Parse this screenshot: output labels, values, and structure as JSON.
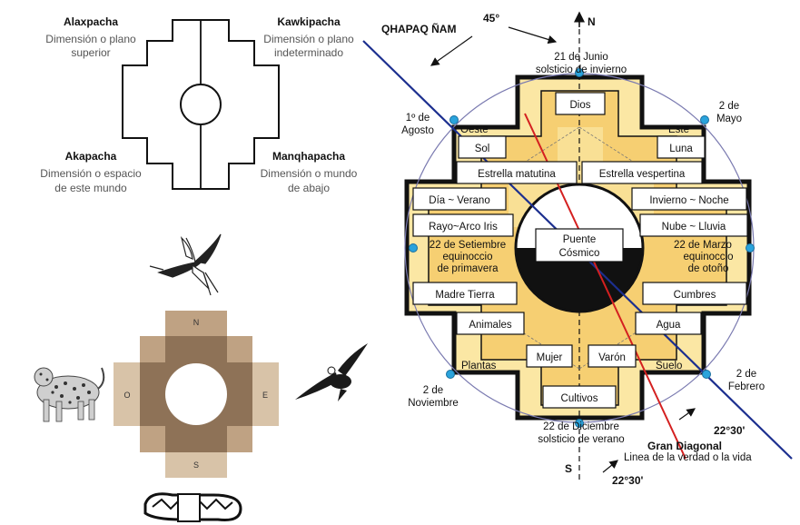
{
  "left_chakana": {
    "alaxpacha": {
      "title": "Alaxpacha",
      "line1": "Dimensión o plano",
      "line2": "superior"
    },
    "kawkipacha": {
      "title": "Kawkipacha",
      "line1": "Dimensión o plano",
      "line2": "indeterminado"
    },
    "akapacha": {
      "title": "Akapacha",
      "line1": "Dimensión o espacio",
      "line2": "de este mundo"
    },
    "manqhapacha": {
      "title": "Manqhapacha",
      "line1": "Dimensión o mundo",
      "line2": "de abajo"
    }
  },
  "animal_cross": {
    "north": "N",
    "south": "S",
    "east": "E",
    "west": "O"
  },
  "colors": {
    "blue_line": "#1c2f8f",
    "red_line": "#d42020",
    "cross_fill": "#fbe7a4",
    "cross_inner": "#f6cf72",
    "point_marker": "#2aa3dc",
    "animal_light": "#d8c3a8",
    "animal_mid": "#bfa283",
    "animal_dark": "#8e7257"
  },
  "diagram": {
    "qhapaq_nam": "QHAPAQ ÑAM",
    "angle_top": "45°",
    "north": "N",
    "south": "S",
    "top_date": {
      "line1": "21 de Junio",
      "line2": "solsticio de invierno"
    },
    "nw_date": {
      "line1": "1º de",
      "line2": "Agosto"
    },
    "ne_date": {
      "line1": "2 de",
      "line2": "Mayo"
    },
    "sw_date": {
      "line1": "2 de",
      "line2": "Noviembre"
    },
    "se_date": {
      "line1": "2 de",
      "line2": "Febrero"
    },
    "west_date": {
      "line1": "22 de Setiembre",
      "line2": "equinoccio",
      "line3": "de primavera"
    },
    "east_date": {
      "line1": "22 de Marzo",
      "line2": "equinoccio",
      "line3": "de otoño"
    },
    "bottom_date": {
      "line1": "22 de Diciembre",
      "line2": "solsticio de verano"
    },
    "oeste": "Oeste",
    "este": "Este",
    "plantas": "Plantas",
    "suelo": "Suelo",
    "center": {
      "line1": "Puente",
      "line2": "Cósmico"
    },
    "boxes": {
      "dios": "Dios",
      "sol": "Sol",
      "luna": "Luna",
      "estrella_matutina": "Estrella matutina",
      "estrella_vespertina": "Estrella vespertina",
      "dia_verano": "Día ~ Verano",
      "invierno_noche": "Invierno ~ Noche",
      "rayo_arco": "Rayo~Arco Iris",
      "nube_lluvia": "Nube  ~  Lluvia",
      "madre_tierra": "Madre Tierra",
      "cumbres": "Cumbres",
      "animales": "Animales",
      "agua": "Agua",
      "mujer": "Mujer",
      "varon": "Varón",
      "cultivos": "Cultivos"
    },
    "angle_right": "22°30'",
    "angle_bottom": "22°30'",
    "gran_diagonal": "Gran Diagonal",
    "gran_diagonal_sub": "Linea de la verdad o la vida"
  }
}
